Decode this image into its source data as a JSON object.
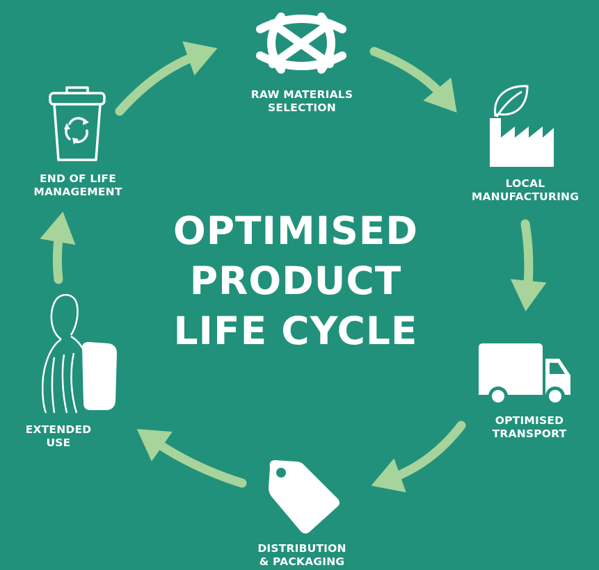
{
  "title": {
    "line1": "OPTIMISED",
    "line2": "PRODUCT",
    "line3": "LIFE CYCLE"
  },
  "stages": {
    "raw_materials": {
      "line1": "RAW MATERIALS",
      "line2": "SELECTION",
      "icon": "woven-fibres-icon"
    },
    "manufacturing": {
      "line1": "LOCAL",
      "line2": "MANUFACTURING",
      "icon": "factory-leaf-icon"
    },
    "transport": {
      "line1": "OPTIMISED",
      "line2": "TRANSPORT",
      "icon": "truck-icon"
    },
    "distribution": {
      "line1": "DISTRIBUTION",
      "line2": "& PACKAGING",
      "icon": "price-tag-icon"
    },
    "extended_use": {
      "line1": "EXTENDED",
      "line2": "USE",
      "icon": "person-backpack-icon"
    },
    "end_of_life": {
      "line1": "END OF LIFE",
      "line2": "MANAGEMENT",
      "icon": "recycling-bin-icon"
    }
  },
  "colors": {
    "background": "#21917b",
    "arrow": "#a6d49a",
    "text": "#ffffff"
  }
}
